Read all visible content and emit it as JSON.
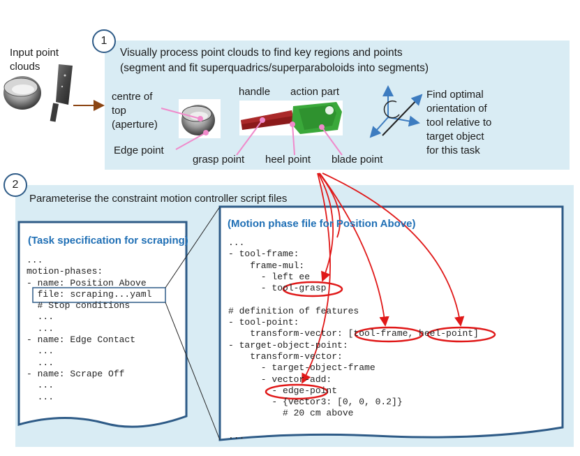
{
  "input": {
    "label_line1": "Input point",
    "label_line2": "clouds"
  },
  "step1": {
    "number": "1",
    "title_line1": "Visually process point clouds to find key regions and points",
    "title_line2": "(segment and fit superquadrics/superparaboloids into segments)",
    "centre_line1": "centre of",
    "centre_line2": "top",
    "centre_line3": "(aperture)",
    "edge_point": "Edge point",
    "grasp_point": "grasp point",
    "handle": "handle",
    "action_part": "action part",
    "heel_point": "heel point",
    "blade_point": "blade point",
    "orient_lines": [
      "Find optimal",
      "orientation of",
      "tool relative to",
      "target object",
      "for this task"
    ]
  },
  "step2": {
    "number": "2",
    "title": "Parameterise the constraint motion controller script files"
  },
  "task_file": {
    "heading": "(Task specification for scraping)",
    "lines": [
      "...",
      "motion-phases:",
      "- name: Position Above",
      "  file: scraping...yaml",
      "  # Stop conditions",
      "  ...",
      "  ...",
      "- name: Edge Contact",
      "  ...",
      "  ...",
      "- name: Scrape Off",
      "  ...",
      "  ..."
    ]
  },
  "phase_file": {
    "heading": "(Motion phase file for Position Above)",
    "lines": [
      "...",
      "- tool-frame:",
      "    frame-mul:",
      "      - left ee",
      "      - tool-grasp",
      "",
      "# definition of features",
      "- tool-point:",
      "    transform-vector: [tool-frame, heel-point]",
      "- target-object-point:",
      "    transform-vector:",
      "      - target-object-frame",
      "      - vector-add:",
      "        - edge-point",
      "        - {vector3: [0, 0, 0.2]}",
      "          # 20 cm above",
      "",
      "..."
    ]
  },
  "colors": {
    "panel": "#d9ecf4",
    "frame": "#2e5b87",
    "accent_red": "#e01818",
    "title_blue": "#1f6fb5"
  }
}
